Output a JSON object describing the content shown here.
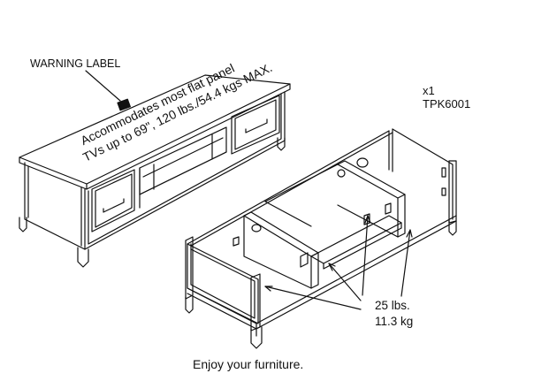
{
  "labels": {
    "warning_label": "WARNING LABEL",
    "quantity": "x1",
    "part_number": "TPK6001",
    "capacity_line1": "Accommodates most flat panel",
    "capacity_line2": "TVs up to 69\", 120 lbs./54.4 kgs MAX.",
    "shelf_weight_lbs": "25 lbs.",
    "shelf_weight_kg": "11.3 kg",
    "footer": "Enjoy your furniture."
  }
}
